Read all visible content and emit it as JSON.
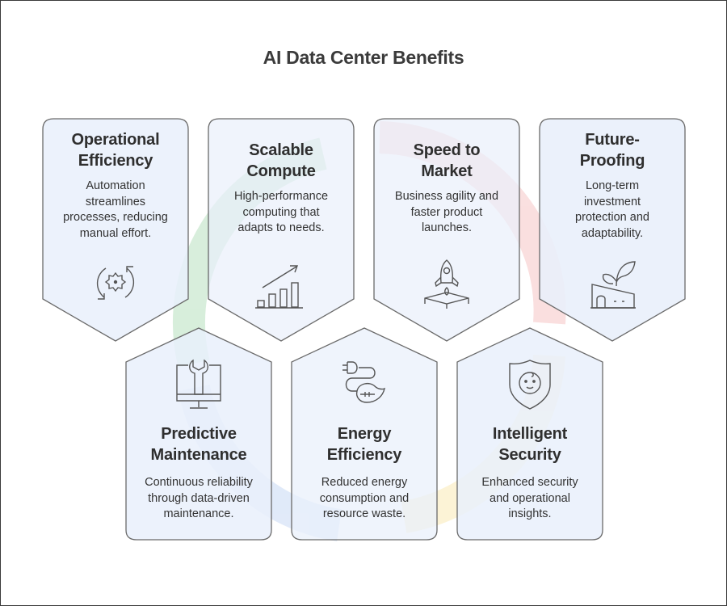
{
  "title": "AI Data Center Benefits",
  "colors": {
    "card_fill": "#e9f0fb",
    "card_stroke": "#6a6a6a",
    "title_text": "#3b3b3b",
    "watermark_green": "#8fcf9a",
    "watermark_red": "#f2a6a6",
    "watermark_yellow": "#f5dc8a",
    "watermark_blue": "#a9c4ee"
  },
  "cards_top": [
    {
      "title_line1": "Operational",
      "title_line2": "Efficiency",
      "desc_line1": "Automation",
      "desc_line2": "streamlines",
      "desc_line3": "processes, reducing",
      "desc_line4": "manual effort.",
      "icon": "gear-cycle-icon"
    },
    {
      "title_line1": "Scalable",
      "title_line2": "Compute",
      "desc_line1": "High-performance",
      "desc_line2": "computing that",
      "desc_line3": "adapts to needs.",
      "icon": "growth-chart-icon"
    },
    {
      "title_line1": "Speed to",
      "title_line2": "Market",
      "desc_line1": "Business agility and",
      "desc_line2": "faster product",
      "desc_line3": "launches.",
      "icon": "rocket-launch-icon"
    },
    {
      "title_line1": "Future-",
      "title_line2": "Proofing",
      "desc_line1": "Long-term",
      "desc_line2": "investment",
      "desc_line3": "protection and",
      "desc_line4": "adaptability.",
      "icon": "sprout-building-icon"
    }
  ],
  "cards_bottom": [
    {
      "title_line1": "Predictive",
      "title_line2": "Maintenance",
      "desc_line1": "Continuous reliability",
      "desc_line2": "through data-driven",
      "desc_line3": "maintenance.",
      "icon": "monitor-wrench-icon"
    },
    {
      "title_line1": "Energy",
      "title_line2": "Efficiency",
      "desc_line1": "Reduced energy",
      "desc_line2": "consumption and",
      "desc_line3": "resource waste.",
      "icon": "plug-leaf-icon"
    },
    {
      "title_line1": "Intelligent",
      "title_line2": "Security",
      "desc_line1": "Enhanced security",
      "desc_line2": "and operational",
      "desc_line3": "insights.",
      "icon": "shield-face-icon"
    }
  ]
}
